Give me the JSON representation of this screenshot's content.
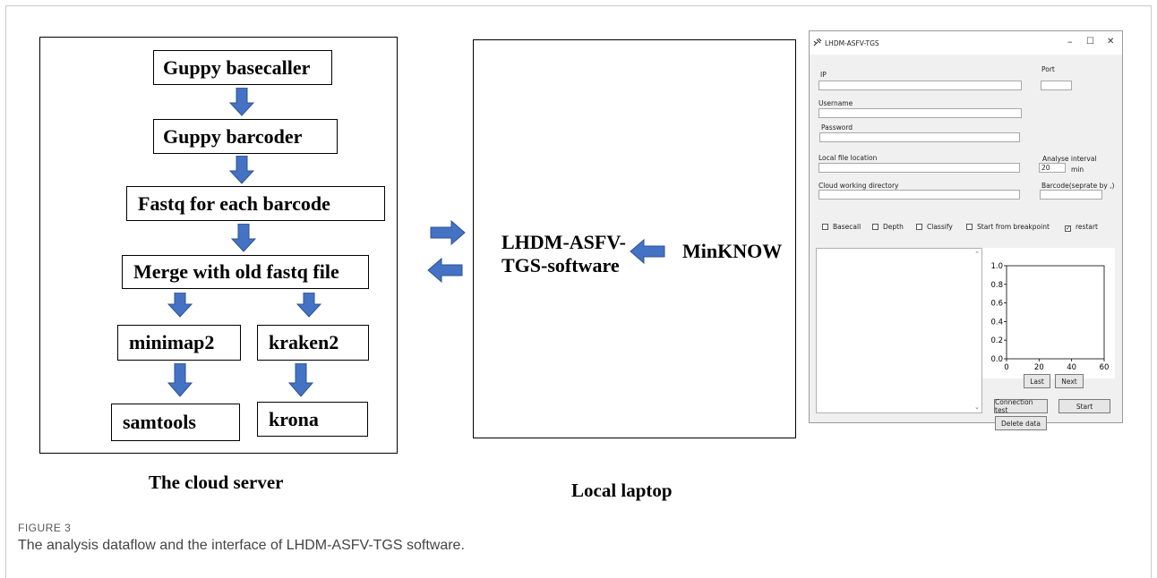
{
  "left": {
    "boxes": {
      "guppy_basecaller": "Guppy basecaller",
      "guppy_barcoder": "Guppy barcoder",
      "fastq_each": "Fastq for each barcode",
      "merge": "Merge with old fastq file",
      "minimap2": "minimap2",
      "kraken2": "kraken2",
      "samtools": "samtools",
      "krona": "krona"
    },
    "caption": "The cloud server"
  },
  "middle": {
    "software_line1": "LHDM-ASFV-",
    "software_line2": "TGS-software",
    "minknow": "MinKNOW",
    "caption": "Local laptop"
  },
  "window": {
    "title": "LHDM-ASFV-TGS",
    "controls": {
      "minimize": "–",
      "maximize": "☐",
      "close": "✕"
    },
    "labels": {
      "ip": "IP",
      "port": "Port",
      "username": "Username",
      "password": "Password",
      "local_file": "Local file location",
      "analyse_interval": "Analyse interval",
      "interval_unit": "min",
      "cloud_dir": "Cloud working directory",
      "barcode": "Barcode(seprate by ,)"
    },
    "values": {
      "interval": "20"
    },
    "checkboxes": [
      {
        "label": "Basecall",
        "checked": false
      },
      {
        "label": "Depth",
        "checked": false
      },
      {
        "label": "Classify",
        "checked": false
      },
      {
        "label": "Start from breakpoint",
        "checked": false
      },
      {
        "label": "restart",
        "checked": true
      }
    ],
    "buttons": {
      "last": "Last",
      "next": "Next",
      "connection_test": "Connection test",
      "start": "Start",
      "delete_data": "Delete data"
    },
    "icons": {
      "app": "tool-icon",
      "scroll_up": "chevron-up-icon",
      "scroll_down": "chevron-down-icon"
    }
  },
  "chart_data": {
    "type": "line",
    "series": [],
    "xlim": [
      0,
      60
    ],
    "ylim": [
      0.0,
      1.0
    ],
    "xticks": [
      "0",
      "20",
      "40",
      "60"
    ],
    "yticks": [
      "0.0",
      "0.2",
      "0.4",
      "0.6",
      "0.8",
      "1.0"
    ],
    "grid": false
  },
  "figure": {
    "label": "FIGURE 3",
    "caption": "The analysis dataflow and the interface of LHDM-ASFV-TGS software."
  },
  "colors": {
    "arrow": "#4472c4",
    "arrow_edge": "#2f528f"
  }
}
